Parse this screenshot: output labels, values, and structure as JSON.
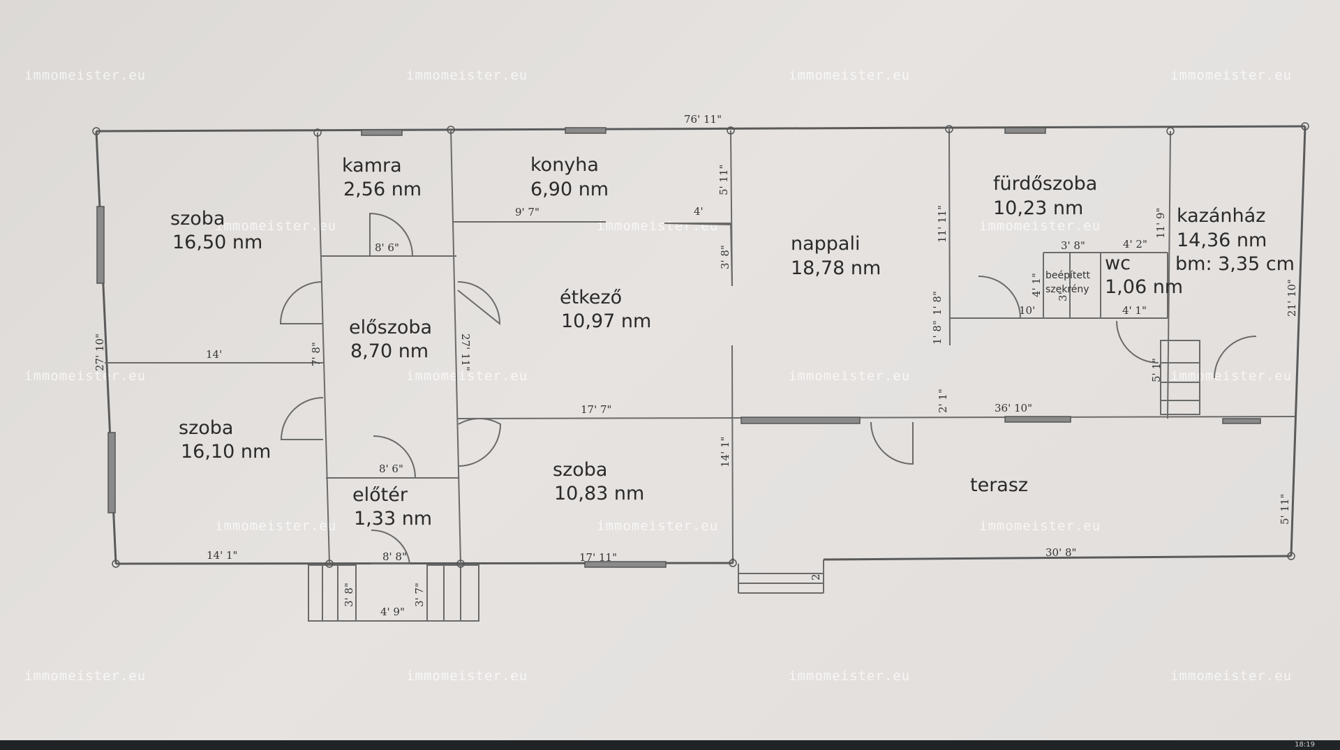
{
  "watermark": "immomeister.eu",
  "rooms": {
    "kamra": {
      "name": "kamra",
      "area": "2,56 nm"
    },
    "konyha": {
      "name": "konyha",
      "area": "6,90 nm"
    },
    "szoba1": {
      "name": "szoba",
      "area": "16,50 nm"
    },
    "nappali": {
      "name": "nappali",
      "area": "18,78 nm"
    },
    "furdoszoba": {
      "name": "fürdőszoba",
      "area": "10,23 nm"
    },
    "kazanhaz": {
      "name": "kazánház",
      "area": "14,36 nm",
      "extra": "bm: 3,35 cm"
    },
    "wc": {
      "name": "wc",
      "area": "1,06 nm"
    },
    "eloszoba": {
      "name": "előszoba",
      "area": "8,70 nm"
    },
    "etkezo": {
      "name": "étkező",
      "area": "10,97 nm"
    },
    "szoba2": {
      "name": "szoba",
      "area": "16,10 nm"
    },
    "szoba3": {
      "name": "szoba",
      "area": "10,83 nm"
    },
    "eloter": {
      "name": "előtér",
      "area": "1,33 nm"
    },
    "terasz": {
      "name": "terasz"
    }
  },
  "closet": {
    "line1": "beépített",
    "line2": "szekrény"
  },
  "dims": {
    "top_total": "76' 11\"",
    "kamra_door": "8' 6\"",
    "kitchen_w": "9' 7\"",
    "kitchen_4": "4'",
    "kitchen_h": "5' 11\"",
    "kitchen_3_8": "3' 8\"",
    "left_total": "27' 10\"",
    "room_14": "14'",
    "hall_7_8": "7' 8\"",
    "hall_27_11": "27' 11\"",
    "etkezo_17_7": "17' 7\"",
    "hall_8_6": "8' 6\"",
    "bottom_14_1": "14' 1\"",
    "front_8_8": "8' 8\"",
    "front_17_11": "17' 11\"",
    "nappali_14_1": "14' 1\"",
    "step_3_8": "3' 8\"",
    "step_4_9": "4' 9\"",
    "step_3_7": "3' 7\"",
    "bath_11_11": "11' 11\"",
    "bath_1_8a": "1' 8\"",
    "bath_1_8b": "1' 8\"",
    "bath_2_1": "2' 1\"",
    "bath_36_10": "36' 10\"",
    "closet_3_8": "3' 8\"",
    "closet_4_2": "4' 2\"",
    "closet_4_1": "4' 1\"",
    "closet_3": "3'",
    "closet_10": "10'",
    "closet_4_1b": "4' 1\"",
    "boiler_11_9": "11' 9\"",
    "right_21_10": "21' 10\"",
    "boiler_5_1": "5' 1\"",
    "terrace_5_11": "5' 11\"",
    "terrace_30_8": "30' 8\"",
    "step_2": "2"
  },
  "taskbar": {
    "clock": "18:19"
  }
}
